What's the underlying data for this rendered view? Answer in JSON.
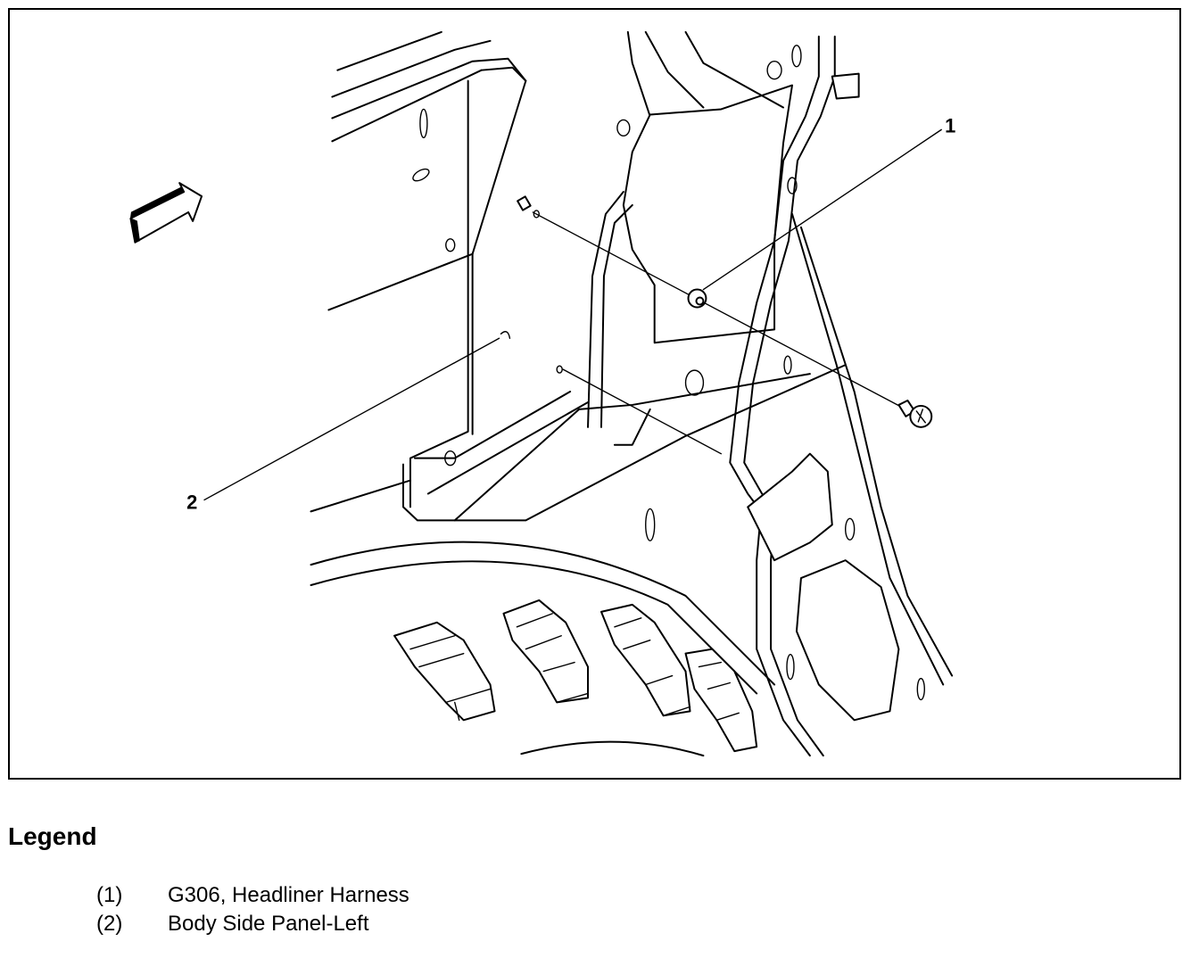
{
  "callouts": {
    "c1": "1",
    "c2": "2"
  },
  "legend": {
    "title": "Legend",
    "items": [
      {
        "num": "(1)",
        "text": "G306, Headliner Harness"
      },
      {
        "num": "(2)",
        "text": "Body Side Panel-Left"
      }
    ]
  }
}
